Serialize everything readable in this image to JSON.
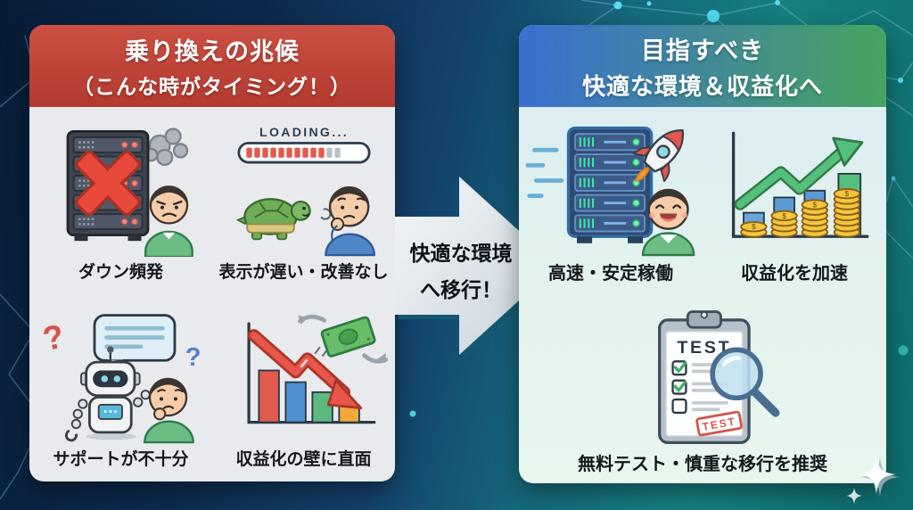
{
  "left_panel": {
    "title_line1": "乗り換えの兆候",
    "title_line2": "（こんな時がタイミング！）",
    "items": [
      {
        "icon": "server-down-icon",
        "label": "ダウン頻発"
      },
      {
        "icon": "slow-loading-icon",
        "label": "表示が遅い・改善なし",
        "loading_text": "LOADING..."
      },
      {
        "icon": "robot-support-icon",
        "label": "サポートが不十分",
        "q1": "?",
        "q2": "?"
      },
      {
        "icon": "declining-chart-icon",
        "label": "収益化の壁に直面"
      }
    ]
  },
  "transition_arrow": {
    "label_line1": "快適な環境",
    "label_line2": "へ移行！"
  },
  "right_panel": {
    "title_line1": "目指すべき",
    "title_line2": "快適な環境＆収益化へ",
    "items": [
      {
        "icon": "fast-server-icon",
        "label": "高速・安定稼働"
      },
      {
        "icon": "growth-chart-icon",
        "label": "収益化を加速",
        "coin_symbol": "$"
      },
      {
        "icon": "test-clipboard-icon",
        "label": "無料テスト・慎重な移行を推奨",
        "clipboard_title": "TEST",
        "stamp_text": "TEST"
      }
    ]
  },
  "colors": {
    "left_header": "#b23a2e",
    "right_header_start": "#3a6fd2",
    "right_header_end": "#47a45f",
    "background_left": "#0d2a4e",
    "background_right": "#15807f",
    "arrow_fill": "#e8edf1",
    "arrow_shadow": "#145a73"
  }
}
